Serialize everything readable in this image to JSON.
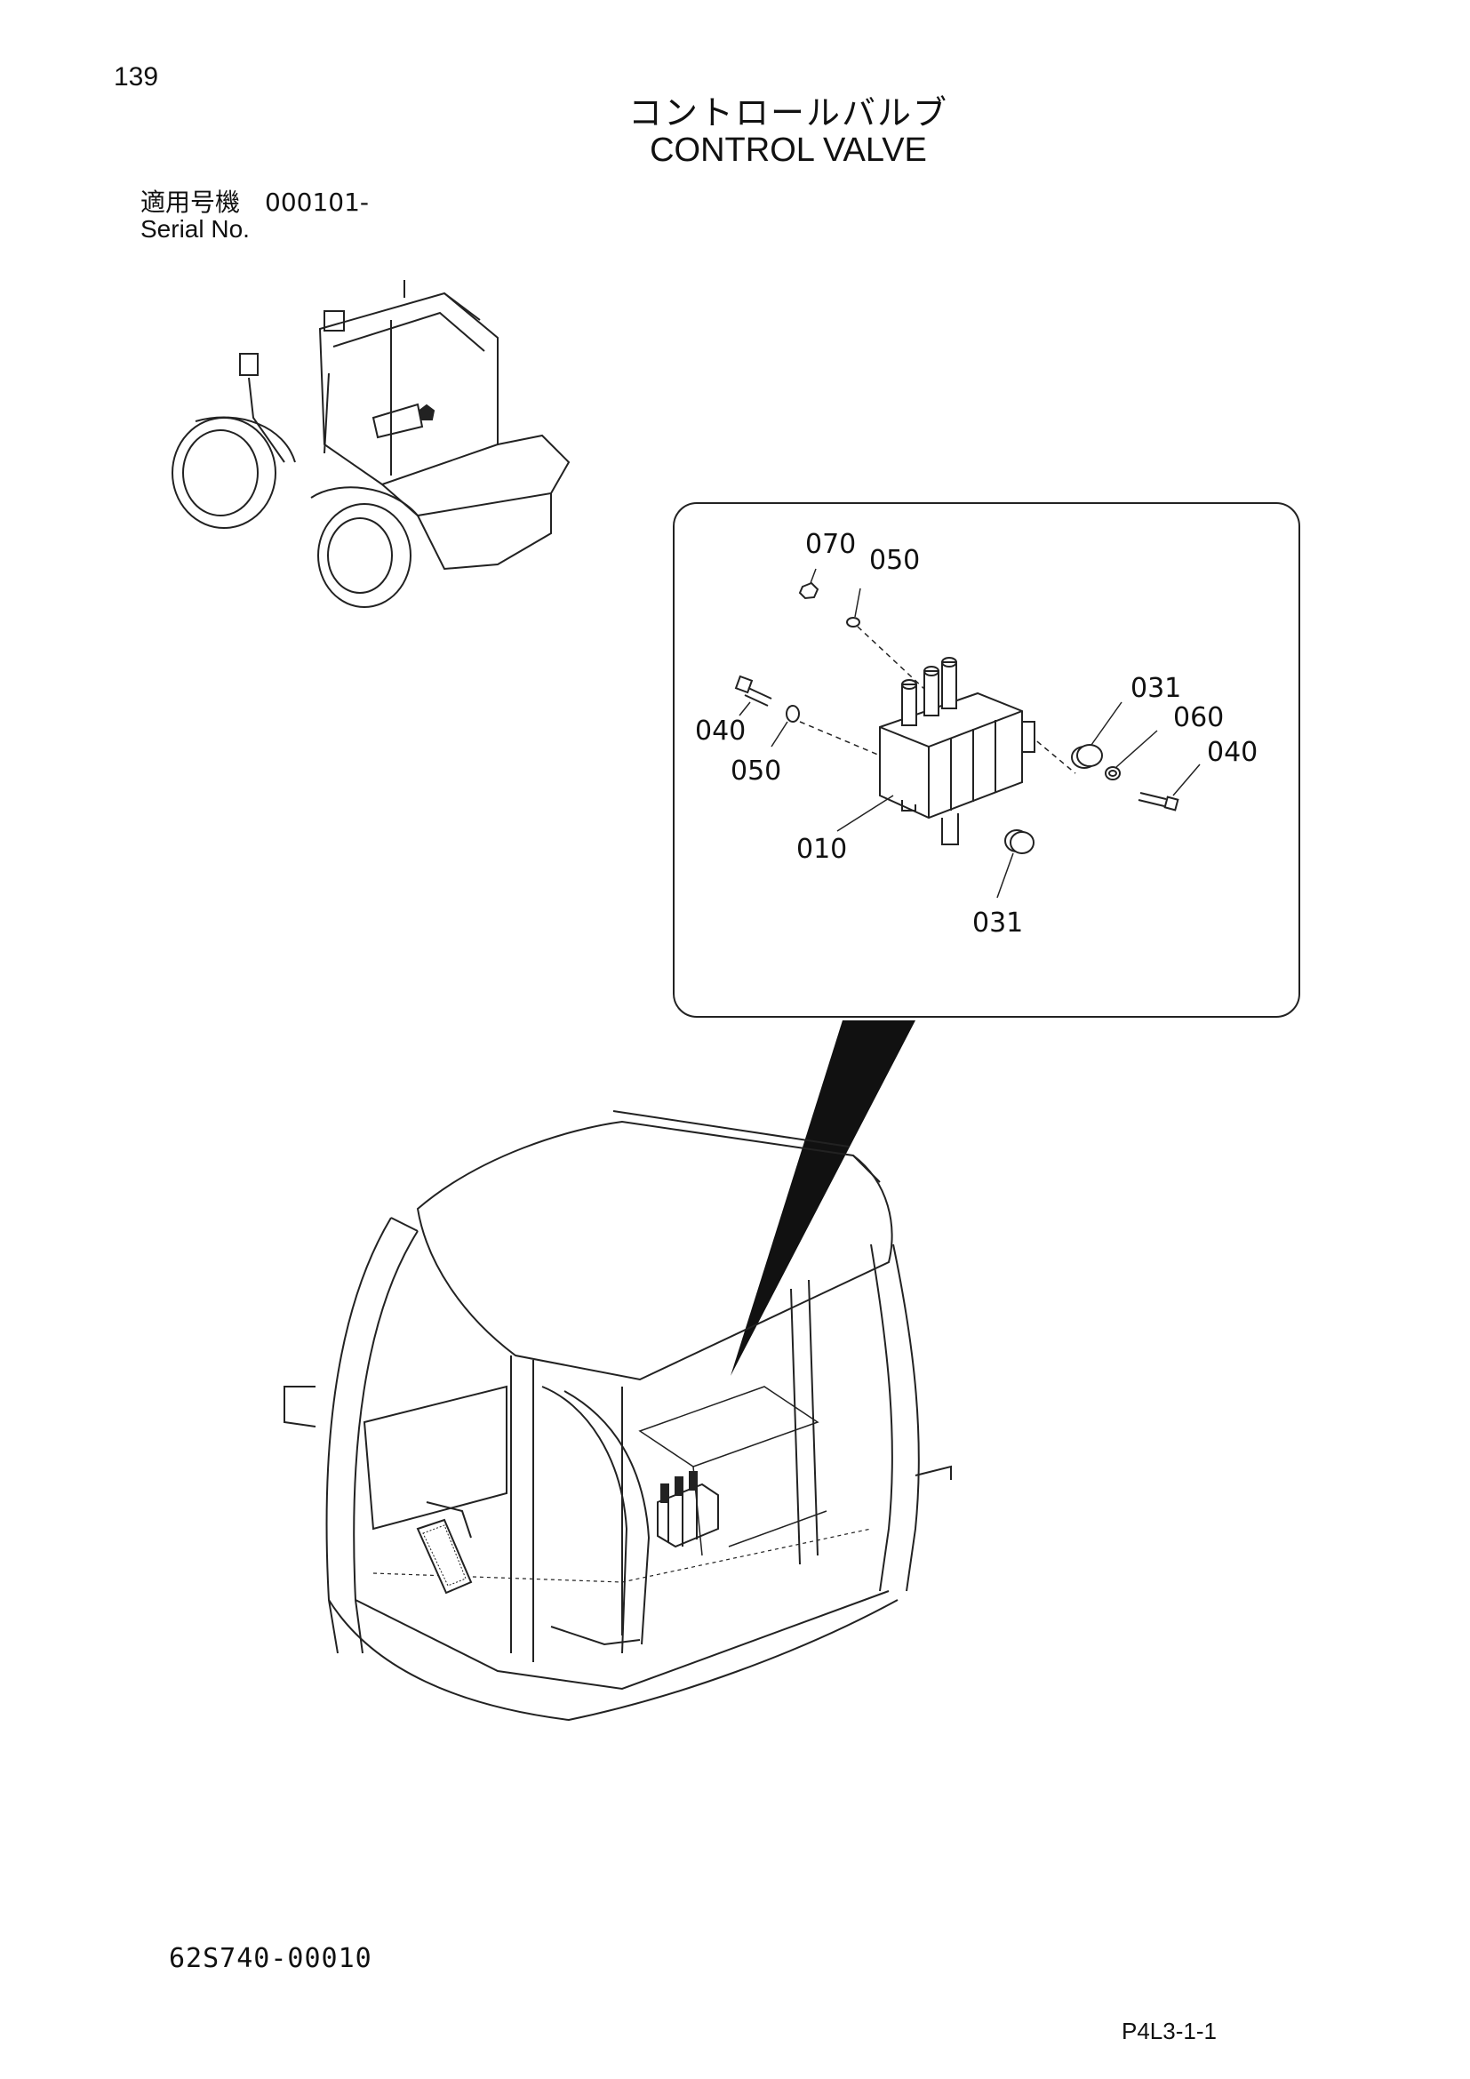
{
  "page": {
    "number": "139",
    "title_jp": "コントロールバルブ",
    "title_en": "CONTROL VALVE",
    "serial_label_jp": "適用号機　000101-",
    "serial_label_en": "Serial No.",
    "drawing_number": "62S740-00010",
    "page_code": "P4L3-1-1"
  },
  "detail": {
    "callouts": [
      "070",
      "050",
      "040",
      "050",
      "010",
      "031",
      "060",
      "040",
      "031"
    ]
  },
  "icons": [
    "machine-overview-icon",
    "cab-frame-icon",
    "control-valve-icon"
  ]
}
